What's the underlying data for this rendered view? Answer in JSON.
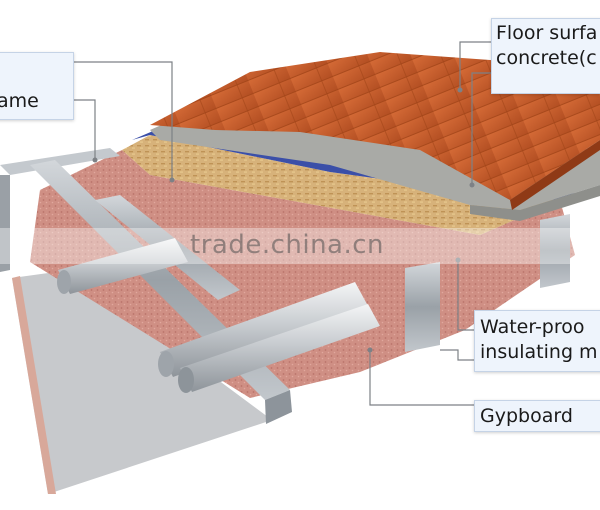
{
  "labels": {
    "floor_surface": {
      "line1": "Floor surfa",
      "line2": "concrete(c"
    },
    "frame": {
      "line1": "ame"
    },
    "water_proof": {
      "line1": "Water-proo",
      "line2": "insulating m"
    },
    "gypboard": {
      "line1": "Gypboard"
    }
  },
  "watermark": {
    "text": "trade.china.cn"
  },
  "colors": {
    "wood_floor": "#c25a2c",
    "concrete": "#a9aaa6",
    "waterproof_membrane": "#3b4fa8",
    "insulation_board": "#d7b27a",
    "mineral_wool": "#cf8f84",
    "gypboard": "#c9cbcd",
    "steel_frame": "#a7adb3",
    "label_fill": "#eef4fc"
  }
}
